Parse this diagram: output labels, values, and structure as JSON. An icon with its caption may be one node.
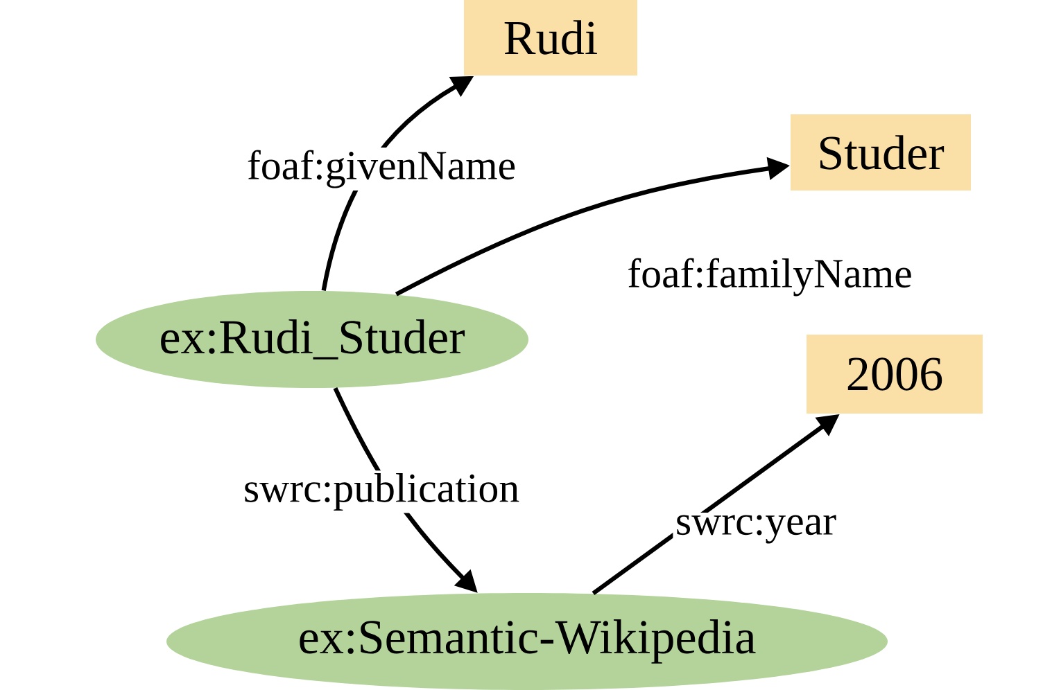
{
  "diagram": {
    "nodes": [
      {
        "text": [
          "ex:Rudi_Studer"
        ]
      },
      {
        "text": [
          "Rudi"
        ]
      },
      {
        "text": [
          "Studer"
        ]
      },
      {
        "text": [
          "2006"
        ]
      },
      {
        "text": [
          "ex:Semantic-Wikipedia"
        ]
      }
    ],
    "edges": [
      {
        "from": 0,
        "to": 1,
        "arrow": "to",
        "label": "foaf:givenName"
      },
      {
        "from": 0,
        "to": 2,
        "arrow": "to",
        "label": "foaf:familyName"
      },
      {
        "from": 0,
        "to": 4,
        "arrow": "to",
        "label": "swrc:publication"
      },
      {
        "from": 4,
        "to": 3,
        "arrow": "to",
        "label": "swrc:year"
      }
    ]
  }
}
